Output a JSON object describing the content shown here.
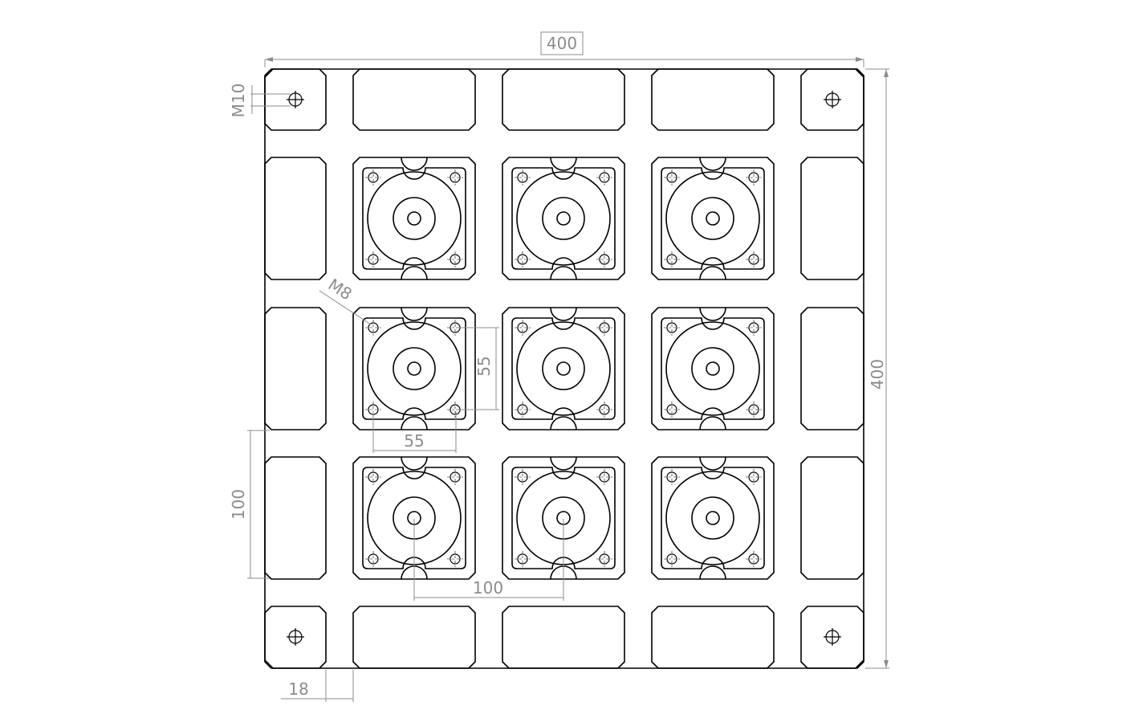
{
  "dimensions": {
    "overall_width": "400",
    "overall_height": "400",
    "tapped_hole_corner": "M10",
    "tapped_hole_pad": "M8",
    "pad_hole_spacing_x": "55",
    "pad_hole_spacing_y": "55",
    "pitch_x": "100",
    "pitch_y": "100",
    "slot_width": "18"
  }
}
